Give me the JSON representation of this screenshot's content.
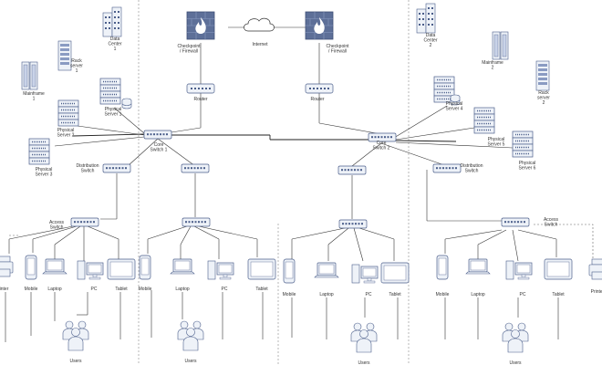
{
  "colors": {
    "device_fill": "#eef2f8",
    "device_stroke": "#4b5e8a",
    "firewall_brick": "#5d6f98",
    "firewall_flame": "#ffffff",
    "wire": "#333333",
    "zone_line": "#888888"
  },
  "labels": {
    "internet": "Internet",
    "checkpoint_left": "Checkpoint\n/ Firewall",
    "checkpoint_right": "Checkpoint\n/ Firewall",
    "router_left": "Router",
    "router_right": "Router",
    "dc1": "Data\nCenter\n1",
    "dc2": "Data\nCenter\n2",
    "rack1": "Rack\nserver\n1",
    "rack2": "Rack\nserver\n2",
    "mainframe1": "Mainframe\n1",
    "mainframe2": "Mainframe\n2",
    "ps1": "Physical\nServer 1",
    "ps2": "Physical\nServer 2",
    "ps3": "Physical\nServer 3",
    "ps4": "Physical\nServer 4",
    "ps5": "Physical\nServer 5",
    "ps6": "Physical\nServer 6",
    "core1": "Core\nSwitch 1",
    "core2": "Core\nSwitch 2",
    "dist_left": "Distribution\nSwitch",
    "dist_right": "Distribution\nSwitch",
    "access_left": "Access\nSwitch",
    "access_right": "Access\nSwitch",
    "mobile": "Mobile",
    "laptop": "Laptop",
    "pc": "PC",
    "tablet": "Tablet",
    "printer_left": "Printer",
    "printer_right": "Printer",
    "users": "Users"
  },
  "icons": [
    "cloud-icon",
    "firewall-icon",
    "router-icon",
    "building-icon",
    "rack-server-icon",
    "mainframe-icon",
    "server-stack-icon",
    "switch-icon",
    "printer-icon",
    "mobile-icon",
    "laptop-icon",
    "pc-icon",
    "tablet-icon",
    "users-group-icon"
  ]
}
